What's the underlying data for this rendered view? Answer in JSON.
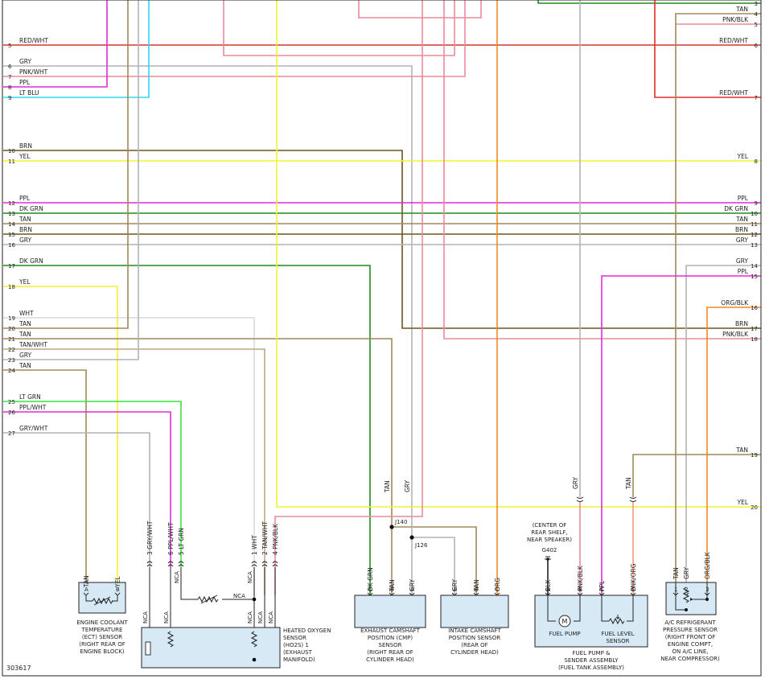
{
  "colors": {
    "RED": "#e0302a",
    "GRY": "#b4b4b4",
    "PNK": "#e98a9a",
    "PPL": "#e02bd6",
    "LTBLU": "#2ad9ee",
    "BRN": "#6b5720",
    "YEL": "#f3f332",
    "DKGRN": "#1f8c1f",
    "TAN": "#a08a58",
    "TANWHT": "#bba880",
    "LTGRN": "#40e040",
    "WHT": "#d8d8d8",
    "ORG": "#f08a24",
    "BLK": "#222222",
    "PNKORG": "#f29a7a",
    "BLUE": "#2040c0"
  },
  "diagram_code": "303617",
  "left_rows": [
    {
      "num": "5",
      "label": "RED/WHT"
    },
    {
      "num": "6",
      "label": "GRY"
    },
    {
      "num": "7",
      "label": "PNK/WHT"
    },
    {
      "num": "8",
      "label": "PPL"
    },
    {
      "num": "9",
      "label": "LT BLU"
    },
    {
      "num": "10",
      "label": "BRN"
    },
    {
      "num": "11",
      "label": "YEL"
    },
    {
      "num": "12",
      "label": "PPL"
    },
    {
      "num": "13",
      "label": "DK GRN"
    },
    {
      "num": "14",
      "label": "TAN"
    },
    {
      "num": "15",
      "label": "BRN"
    },
    {
      "num": "16",
      "label": "GRY"
    },
    {
      "num": "17",
      "label": "DK GRN"
    },
    {
      "num": "18",
      "label": "YEL"
    },
    {
      "num": "19",
      "label": "WHT"
    },
    {
      "num": "20",
      "label": "TAN"
    },
    {
      "num": "21",
      "label": "TAN"
    },
    {
      "num": "22",
      "label": "TAN/WHT"
    },
    {
      "num": "23",
      "label": "GRY"
    },
    {
      "num": "24",
      "label": "TAN"
    },
    {
      "num": "25",
      "label": "LT GRN"
    },
    {
      "num": "26",
      "label": "PPL/WHT"
    },
    {
      "num": "27",
      "label": "GRY/WHT"
    }
  ],
  "right_rows": [
    {
      "num": "3",
      "label": ""
    },
    {
      "num": "4",
      "label": "TAN"
    },
    {
      "num": "5",
      "label": "PNK/BLK"
    },
    {
      "num": "6",
      "label": "RED/WHT"
    },
    {
      "num": "7",
      "label": "RED/WHT"
    },
    {
      "num": "8",
      "label": "YEL"
    },
    {
      "num": "9",
      "label": "PPL"
    },
    {
      "num": "10",
      "label": "DK GRN"
    },
    {
      "num": "11",
      "label": "TAN"
    },
    {
      "num": "12",
      "label": "BRN"
    },
    {
      "num": "13",
      "label": "GRY"
    },
    {
      "num": "14",
      "label": "GRY"
    },
    {
      "num": "15",
      "label": "PPL"
    },
    {
      "num": "16",
      "label": "ORG/BLK"
    },
    {
      "num": "17",
      "label": "BRN"
    },
    {
      "num": "18",
      "label": "PNK/BLK"
    },
    {
      "num": "19",
      "label": "TAN"
    },
    {
      "num": "20",
      "label": "YEL"
    }
  ],
  "components": {
    "ect": {
      "name": [
        "ENGINE COOLANT",
        "TEMPERATURE",
        "(ECT) SENSOR",
        "(RIGHT REAR OF",
        "ENGINE BLOCK)"
      ],
      "pins": [
        {
          "letter": "A",
          "wire": "TAN"
        },
        {
          "letter": "B",
          "wire": "YEL"
        }
      ]
    },
    "ho2s": {
      "name": [
        "HEATED OXYGEN",
        "SENSOR",
        "(HO2S) 1",
        "(EXHAUST",
        "MANIFOLD)"
      ],
      "pins": [
        {
          "letter": "3",
          "wire": "GRY/WHT"
        },
        {
          "letter": "6",
          "wire": "PPL/WHT"
        },
        {
          "letter": "5",
          "wire": "LT GRN"
        },
        {
          "letter": "1",
          "wire": "WHT"
        },
        {
          "letter": "2",
          "wire": "TAN/WHT"
        },
        {
          "letter": "4",
          "wire": "PNK/BLK"
        }
      ],
      "nca": "NCA"
    },
    "exh_cmp": {
      "name": [
        "EXHAUST CAMSHAFT",
        "POSITION (CMP)",
        "SENSOR",
        "(RIGHT REAR OF",
        "CYLINDER HEAD)"
      ],
      "pins": [
        {
          "letter": "C",
          "wire": "DK GRN"
        },
        {
          "letter": "B",
          "wire": "TAN"
        },
        {
          "letter": "A",
          "wire": "GRY"
        }
      ]
    },
    "int_cmp": {
      "name": [
        "INTAKE CAMSHAFT",
        "POSITION SENSOR",
        "(REAR OF",
        "CYLINDER HEAD)"
      ],
      "pins": [
        {
          "letter": "A",
          "wire": "GRY"
        },
        {
          "letter": "B",
          "wire": "TAN"
        },
        {
          "letter": "C",
          "wire": "ORG"
        }
      ]
    },
    "fuel": {
      "name": [
        "FUEL PUMP &",
        "SENDER ASSEMBLY",
        "(FUEL TANK ASSEMBLY)"
      ],
      "pins": [
        {
          "letter": "A",
          "wire": "BLK"
        },
        {
          "letter": "B",
          "wire": "PNK/BLK"
        },
        {
          "letter": "C",
          "wire": "PPL"
        },
        {
          "letter": "D",
          "wire": "PNK/ORG"
        }
      ],
      "pump_label": "FUEL PUMP",
      "level_label": [
        "FUEL LEVEL",
        "SENSOR"
      ],
      "pump_symbol": "M",
      "ground": "G402",
      "ground_note": [
        "(CENTER OF",
        "REAR SHELF,",
        "NEAR SPEAKER)"
      ]
    },
    "ac": {
      "name": [
        "A/C REFRIGERANT",
        "PRESSURE SENSOR",
        "(RIGHT FRONT OF",
        "ENGINE COMPT,",
        "ON A/C LINE,",
        "NEAR COMPRESSOR)"
      ],
      "pins": [
        {
          "letter": "1",
          "wire": "TAN"
        },
        {
          "letter": "2",
          "wire": "GRY"
        },
        {
          "letter": "3",
          "wire": "ORG/BLK"
        }
      ]
    }
  },
  "splices": {
    "j140": "J140",
    "j126": "J126"
  },
  "inline_wire_labels": {
    "tan_drop": "TAN",
    "gry_drop": "GRY",
    "fuel_gry": "GRY",
    "fuel_tan": "TAN"
  }
}
